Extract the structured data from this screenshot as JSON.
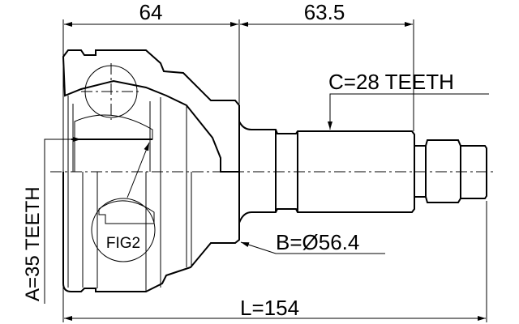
{
  "diagram": {
    "dimensions": {
      "outer_length": "64",
      "shaft_length": "63.5",
      "total_length": "L=154",
      "outer_diameter": "B=Ø56.4"
    },
    "labels": {
      "inner_spline": "A=35 TEETH",
      "outer_spline": "C=28 TEETH",
      "detail": "FIG2"
    },
    "colors": {
      "line": "#000000",
      "background": "#ffffff"
    }
  }
}
